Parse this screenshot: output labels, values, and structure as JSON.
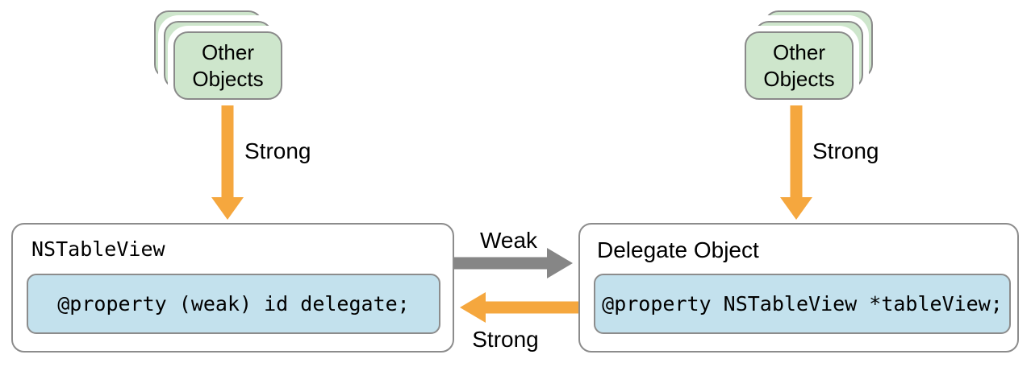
{
  "colors": {
    "background": "#ffffff",
    "text": "#000000",
    "card-green": "#cee6cc",
    "card-border": "#8a8a8a",
    "box-border": "#8c8c8c",
    "code-blue": "#c3e1ed",
    "arrow-orange": "#f5a73e",
    "arrow-gray": "#868686"
  },
  "left_stack": {
    "label": "Other\nObjects"
  },
  "right_stack": {
    "label": "Other\nObjects"
  },
  "left_box": {
    "title": "NSTableView",
    "code": "@property (weak) id delegate;"
  },
  "right_box": {
    "title": "Delegate Object",
    "code": "@property NSTableView *tableView;"
  },
  "arrows": {
    "left_down": {
      "label": "Strong",
      "color": "#f5a73e",
      "direction": "down"
    },
    "right_down": {
      "label": "Strong",
      "color": "#f5a73e",
      "direction": "down"
    },
    "weak": {
      "label": "Weak",
      "color": "#868686",
      "direction": "right"
    },
    "strong_back": {
      "label": "Strong",
      "color": "#f5a73e",
      "direction": "left"
    }
  }
}
